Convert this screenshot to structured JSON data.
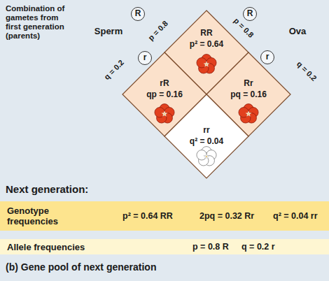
{
  "diagram": {
    "caption": "(b) Gene pool of next generation",
    "nodes": [
      {
        "text": [
          "R"
        ]
      },
      {
        "text": [
          "R"
        ]
      },
      {
        "text": [
          "RR",
          "p² = 0.64"
        ]
      },
      {
        "text": [
          "r"
        ]
      },
      {
        "text": [
          "r"
        ]
      },
      {
        "text": [
          "rR",
          "qp = 0.16"
        ]
      },
      {
        "text": [
          "Rr",
          "pq = 0.16"
        ]
      },
      {
        "text": [
          "rr",
          "q² = 0.04"
        ]
      },
      {
        "text": [
          "Genotype frequencies",
          "p² = 0.64 RR",
          "2pq = 0.32 Rr",
          "q² = 0.04 rr"
        ]
      },
      {
        "text": [
          "Allele frequencies",
          "p = 0.8 R",
          "q = 0.2 r"
        ]
      }
    ],
    "labels": [
      "Combination of gametes from first generation (parents)",
      "Sperm",
      "p = 0.8",
      "q = 0.2",
      "p = 0.8",
      "q = 0.2",
      "Ova",
      "Next generation:"
    ]
  }
}
